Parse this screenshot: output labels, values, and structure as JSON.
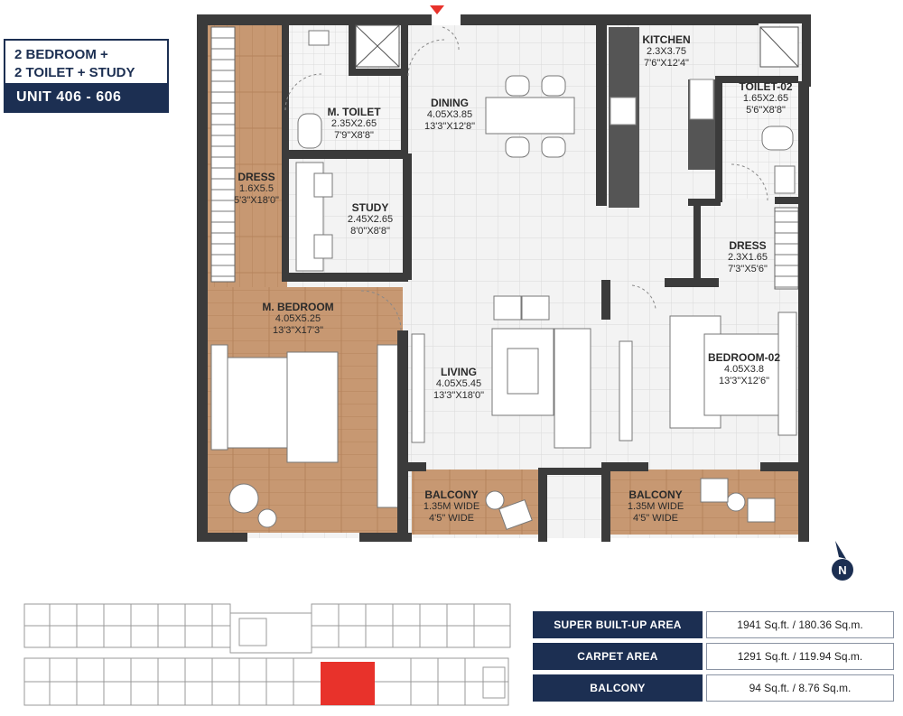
{
  "unit": {
    "type_line1": "2 BEDROOM +",
    "type_line2": "2 TOILET + STUDY",
    "unit_no": "UNIT 406 - 606"
  },
  "rooms": [
    {
      "name": "KITCHEN",
      "metric": "2.3X3.75",
      "imperial": "7'6\"X12'4\""
    },
    {
      "name": "TOILET-02",
      "metric": "1.65X2.65",
      "imperial": "5'6\"X8'8\""
    },
    {
      "name": "M. TOILET",
      "metric": "2.35X2.65",
      "imperial": "7'9\"X8'8\""
    },
    {
      "name": "DINING",
      "metric": "4.05X3.85",
      "imperial": "13'3\"X12'8\""
    },
    {
      "name": "DRESS",
      "metric": "1.6X5.5",
      "imperial": "5'3\"X18'0\""
    },
    {
      "name": "STUDY",
      "metric": "2.45X2.65",
      "imperial": "8'0\"X8'8\""
    },
    {
      "name": "DRESS",
      "metric": "2.3X1.65",
      "imperial": "7'3\"X5'6\""
    },
    {
      "name": "M. BEDROOM",
      "metric": "4.05X5.25",
      "imperial": "13'3\"X17'3\""
    },
    {
      "name": "BEDROOM-02",
      "metric": "4.05X3.8",
      "imperial": "13'3\"X12'6\""
    },
    {
      "name": "LIVING",
      "metric": "4.05X5.45",
      "imperial": "13'3\"X18'0\""
    },
    {
      "name": "BALCONY",
      "metric": "1.35M WIDE",
      "imperial": "4'5\" WIDE"
    },
    {
      "name": "BALCONY",
      "metric": "1.35M WIDE",
      "imperial": "4'5\" WIDE"
    }
  ],
  "north_label": "N",
  "areas": [
    {
      "label": "SUPER BUILT-UP AREA",
      "value": "1941 Sq.ft. / 180.36 Sq.m."
    },
    {
      "label": "CARPET AREA",
      "value": "1291 Sq.ft. / 119.94 Sq.m."
    },
    {
      "label": "BALCONY",
      "value": "94 Sq.ft. / 8.76 Sq.m."
    }
  ],
  "colors": {
    "brand_navy": "#1c2f52",
    "wall": "#3b3b3b",
    "wood": "#c89a72",
    "tile": "#f2f2f2",
    "highlight": "#e8322b",
    "entry_marker": "#e8322b"
  }
}
